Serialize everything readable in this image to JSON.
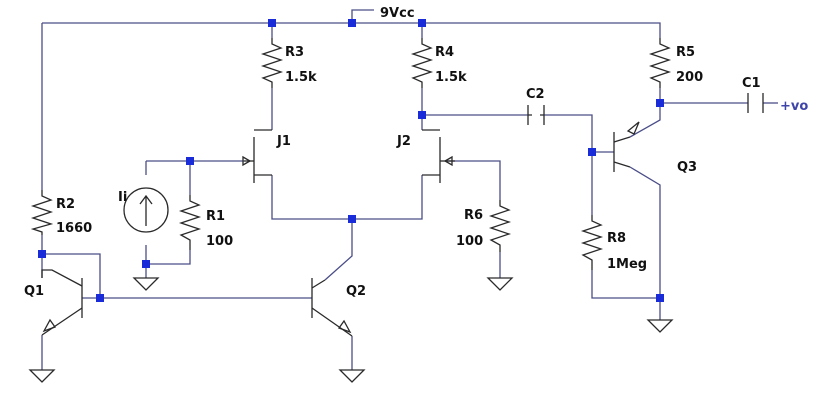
{
  "supply": {
    "name": "9Vcc"
  },
  "output": {
    "name": "+vo"
  },
  "resistors": [
    {
      "id": "R1",
      "value": "100"
    },
    {
      "id": "R2",
      "value": "1660"
    },
    {
      "id": "R3",
      "value": "1.5k"
    },
    {
      "id": "R4",
      "value": "1.5k"
    },
    {
      "id": "R5",
      "value": "200"
    },
    {
      "id": "R6",
      "value": "100"
    },
    {
      "id": "R8",
      "value": "1Meg"
    }
  ],
  "capacitors": [
    {
      "id": "C1"
    },
    {
      "id": "C2"
    }
  ],
  "transistors": [
    {
      "id": "J1"
    },
    {
      "id": "J2"
    },
    {
      "id": "Q1"
    },
    {
      "id": "Q2"
    },
    {
      "id": "Q3"
    }
  ],
  "sources": [
    {
      "id": "Ii"
    }
  ],
  "colors": {
    "wire": "#4a4d88",
    "node": "#1a2bd8",
    "label": "#111111",
    "net_label": "#3e44a8"
  }
}
